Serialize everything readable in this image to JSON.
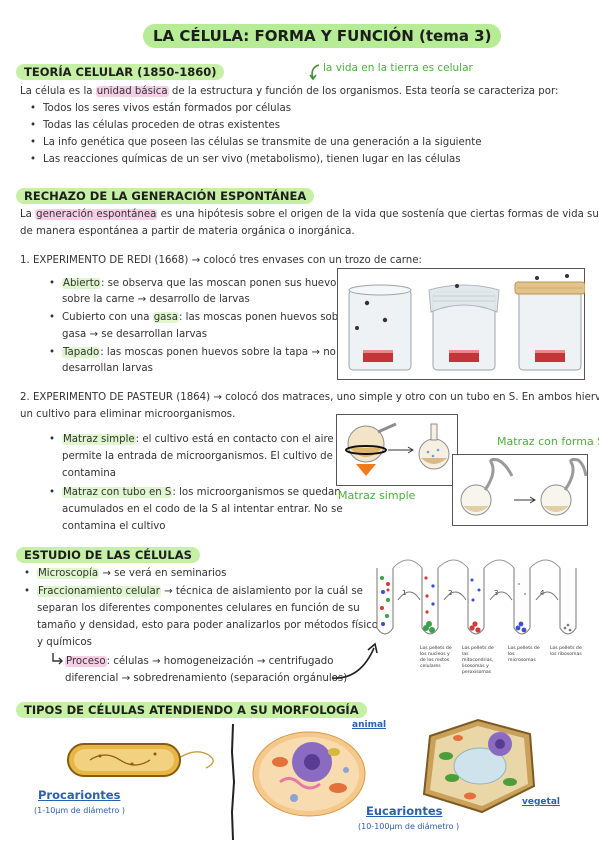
{
  "title": "LA CÉLULA: FORMA Y FUNCIÓN (tema 3)",
  "teoria": {
    "heading": "TEORÍA CELULAR (1850-1860)",
    "side_note": "la vida en la tierra es celular",
    "intro_a": "La célula es la ",
    "intro_hl": "unidad básica",
    "intro_b": " de la estructura y función de los organismos. Esta teoría se caracteriza por:",
    "bullets": [
      "Todos los seres vivos están formados por células",
      "Todas las células proceden de otras existentes",
      "La info genética que poseen las células se transmite de una generación a la siguiente",
      "Las reacciones químicas de un ser vivo (metabolismo), tienen lugar en las células"
    ]
  },
  "rechazo": {
    "heading": "RECHAZO DE LA GENERACIÓN ESPONTÁNEA",
    "line1_a": "La ",
    "line1_hl": "generación espontánea",
    "line1_b": " es una hipótesis sobre el origen de la vida que sostenía que ciertas formas de vida surgían",
    "line2": "de manera espontánea a partir de materia orgánica o inorgánica.",
    "redi_title": "1. EXPERIMENTO DE REDI (1668) → colocó tres envases con un trozo de carne:",
    "redi_items": [
      {
        "hl": "Abierto",
        "l1": ": se observa que las moscan ponen sus huevos",
        "l2": "sobre la carne → desarrollo de larvas"
      },
      {
        "pre": "Cubierto con una ",
        "hl": "gasa",
        "l1": ": las moscas ponen huevos sobre la",
        "l2": "gasa → se desarrollan larvas"
      },
      {
        "hl": "Tapado",
        "l1": ": las moscas ponen huevos sobre la tapa →  no se",
        "l2": "desarrollan larvas"
      }
    ],
    "pasteur_l1": "2. EXPERIMENTO DE PASTEUR (1864) → colocó dos matraces, uno simple y otro con un tubo en S. En ambos hierve",
    "pasteur_l2": "un cultivo para eliminar microorganismos.",
    "pasteur_items": [
      {
        "hl": "Matraz simple",
        "l1": ": el cultivo está en contacto con el aire y",
        "l2": "permite la entrada de microorganismos. El cultivo de",
        "l3": "contamina"
      },
      {
        "hl": "Matraz con tubo en S",
        "l1": ": los microorganismos se quedan",
        "l2": "acumulados en el codo de la S al intentar entrar. No se",
        "l3": "contamina el cultivo"
      }
    ],
    "label_simple": "Matraz simple",
    "label_s": "Matraz con forma S"
  },
  "estudio": {
    "heading": "ESTUDIO DE LAS CÉLULAS",
    "micro_hl": "Microscopía",
    "micro_rest": " → se verá en seminarios",
    "frac_hl": "Fraccionamiento celular",
    "frac_l1": " →  técnica de aislamiento por la cuál se",
    "frac_l2": "separan los diferentes componentes celulares en función de su",
    "frac_l3": "tamaño y densidad, esto para poder analizarlos por métodos físicos",
    "frac_l4": "y químicos",
    "proc_hl": "Proceso",
    "proc_l1": ": células → homogeneización →  centrifugado",
    "proc_l2": "diferencial → sobredrenamiento (separación orgánulos)",
    "tube_nums": [
      "1",
      "2",
      "3",
      "4"
    ],
    "tube_captions": [
      "Los pellets de los nucleos y de los restos celulares",
      "Los pellets de las mitocondrias, lisosomas y peroxisomas",
      "Los pellets de los microsomas",
      "Los pellets de los ribosomas"
    ]
  },
  "tipos": {
    "heading": "TIPOS DE CÉLULAS ATENDIENDO A SU MORFOLOGÍA",
    "procariontes": "Procariontes",
    "pro_size": "(1-10μm de diámetro )",
    "eucariontes": "Eucariontes",
    "eu_size": "(10-100μm de diámetro )",
    "animal": "animal",
    "vegetal": "vegetal"
  },
  "colors": {
    "green_highlight": "#c6f0a6",
    "pink_highlight": "#f6cfe6",
    "green_text": "#4caf3a",
    "blue_text": "#2b5fb0"
  }
}
